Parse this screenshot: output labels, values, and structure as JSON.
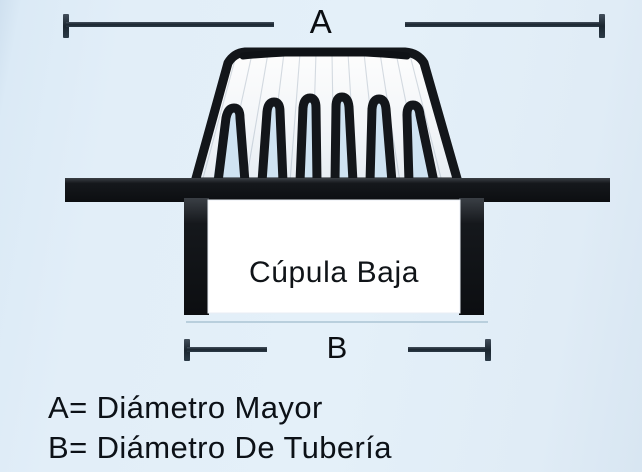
{
  "figure": {
    "title_alt": "Cúpula Baja - diagrama de coladera",
    "background_color": "#e1edf8",
    "ink_color": "#15181c",
    "panel_color": "#ffffff"
  },
  "dimensions": {
    "a": {
      "label": "A",
      "description": "Diámetro Mayor",
      "position": "top",
      "left_tick_x": 65,
      "right_tick_x": 603
    },
    "b": {
      "label": "B",
      "description": "Diámetro De  Tubería",
      "position": "bottom",
      "left_tick_x": 186,
      "right_tick_x": 488
    }
  },
  "dome": {
    "caption": "Cúpula Baja",
    "slot_count": 9,
    "shape": "trapezoidal-dome-strainer"
  },
  "legend": {
    "lines": [
      "A= Diámetro Mayor",
      "B= Diámetro De  Tubería"
    ],
    "line_a": "A= Diámetro Mayor",
    "line_b": "B= Diámetro De  Tubería"
  },
  "colors": {
    "background": "#e1edf8",
    "ink": "#15181c",
    "panel": "#ffffff",
    "dim_line": "#1b2630",
    "faint_line": "#b9cfdd"
  }
}
